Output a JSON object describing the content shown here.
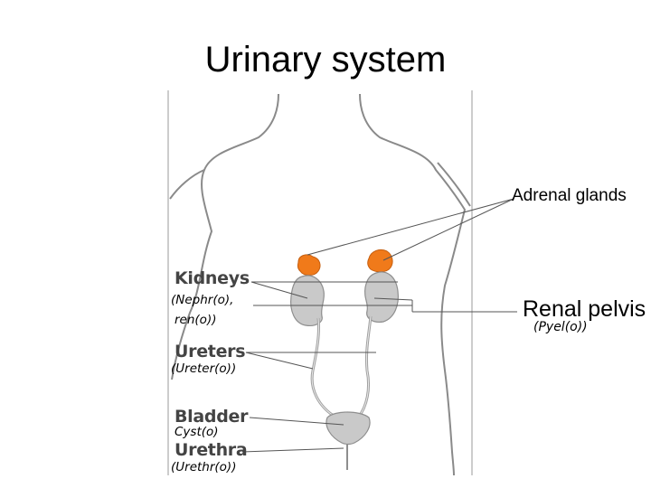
{
  "title": "Urinary system",
  "labels": {
    "kidneys": "Kidneys",
    "kidneys_latin_1": "(Nephr(o),",
    "kidneys_latin_2": "ren(o))",
    "ureters": "Ureters",
    "ureters_latin": "(Ureter(o))",
    "bladder": "Bladder",
    "bladder_latin": "Cyst(o)",
    "urethra": "Urethra",
    "urethra_latin": "(Urethr(o))",
    "adrenal_glands": "Adrenal glands",
    "renal_pelvis": "Renal pelvis",
    "renal_pelvis_latin": "(Pyel(o))"
  },
  "colors": {
    "adrenal": "#f07a1a",
    "organ": "#c8c8c8",
    "outline": "#888888",
    "pointer": "#555555"
  }
}
